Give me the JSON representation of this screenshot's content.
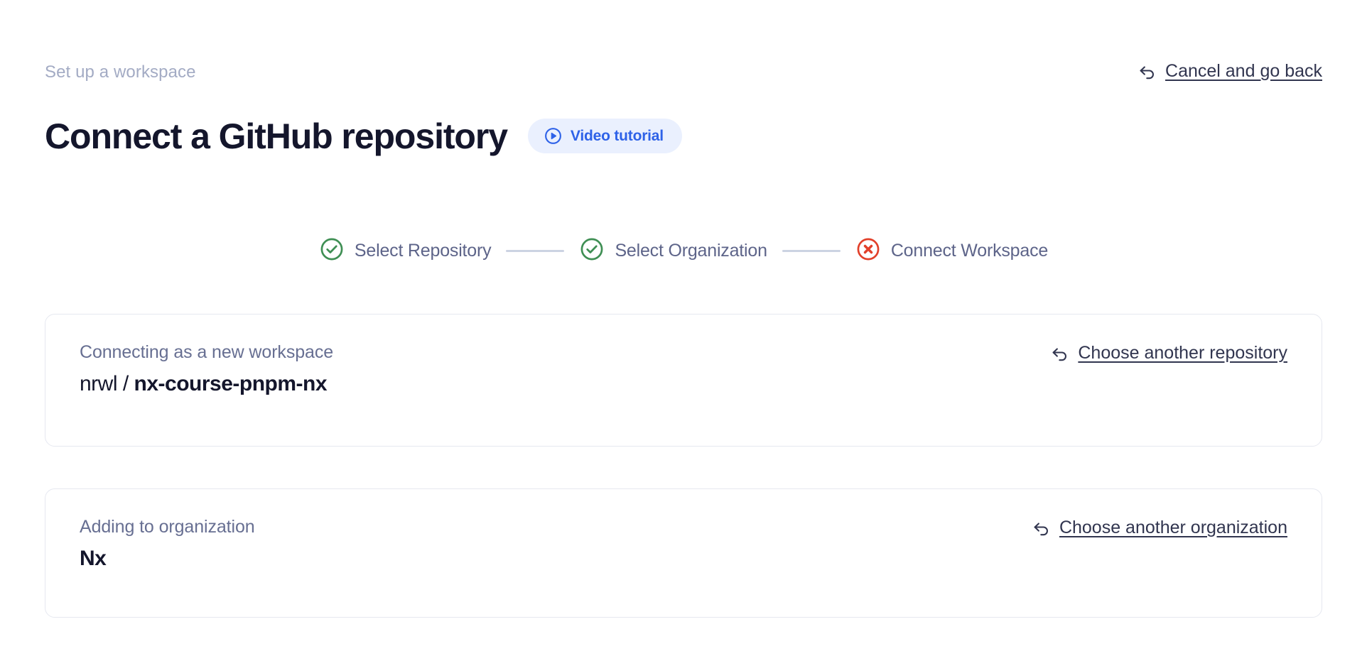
{
  "header": {
    "eyebrow": "Set up a workspace",
    "title": "Connect a GitHub repository",
    "video_badge_label": "Video tutorial",
    "video_badge_icon": "play-circle-icon",
    "cancel_link_label": "Cancel and go back",
    "cancel_link_icon": "undo-arrow-icon"
  },
  "stepper": {
    "steps": [
      {
        "label": "Select Repository",
        "state": "complete",
        "icon": "check-circle-icon"
      },
      {
        "label": "Select Organization",
        "state": "complete",
        "icon": "check-circle-icon"
      },
      {
        "label": "Connect Workspace",
        "state": "error",
        "icon": "x-circle-icon"
      }
    ]
  },
  "cards": [
    {
      "caption": "Connecting as a new workspace",
      "value_owner": "nrwl / ",
      "value_repo": "nx-course-pnpm-nx",
      "link_label": "Choose another repository",
      "link_icon": "undo-arrow-icon"
    },
    {
      "caption": "Adding to organization",
      "value": "Nx",
      "link_label": "Choose another organization",
      "link_icon": "undo-arrow-icon"
    }
  ],
  "colors": {
    "background": "#ffffff",
    "title": "#14162c",
    "eyebrow": "#a3abc4",
    "accent_blue": "#2e62e8",
    "badge_bg": "#eaf0fe",
    "step_text": "#5d6489",
    "step_complete": "#3f8f54",
    "step_error": "#e2402a",
    "connector": "#ccd3e2",
    "card_border": "#e6e8f0",
    "link_text": "#31354f",
    "card_caption": "#676f92"
  }
}
